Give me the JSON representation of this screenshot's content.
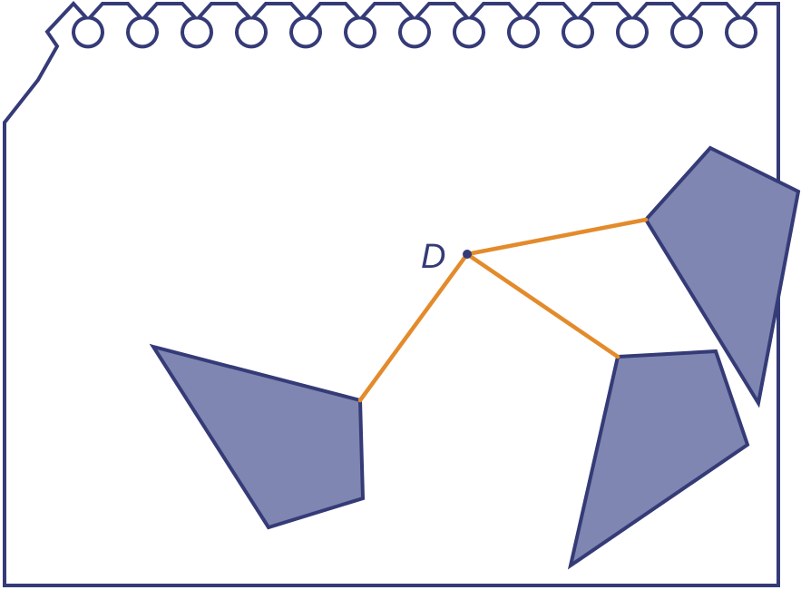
{
  "point": {
    "label": "D"
  },
  "shapes": [
    "left-quadrilateral",
    "upper-right-quadrilateral",
    "lower-right-quadrilateral"
  ],
  "colors": {
    "stroke": "#353b77",
    "fill": "#7f86b1",
    "segment": "#e38b2c"
  }
}
